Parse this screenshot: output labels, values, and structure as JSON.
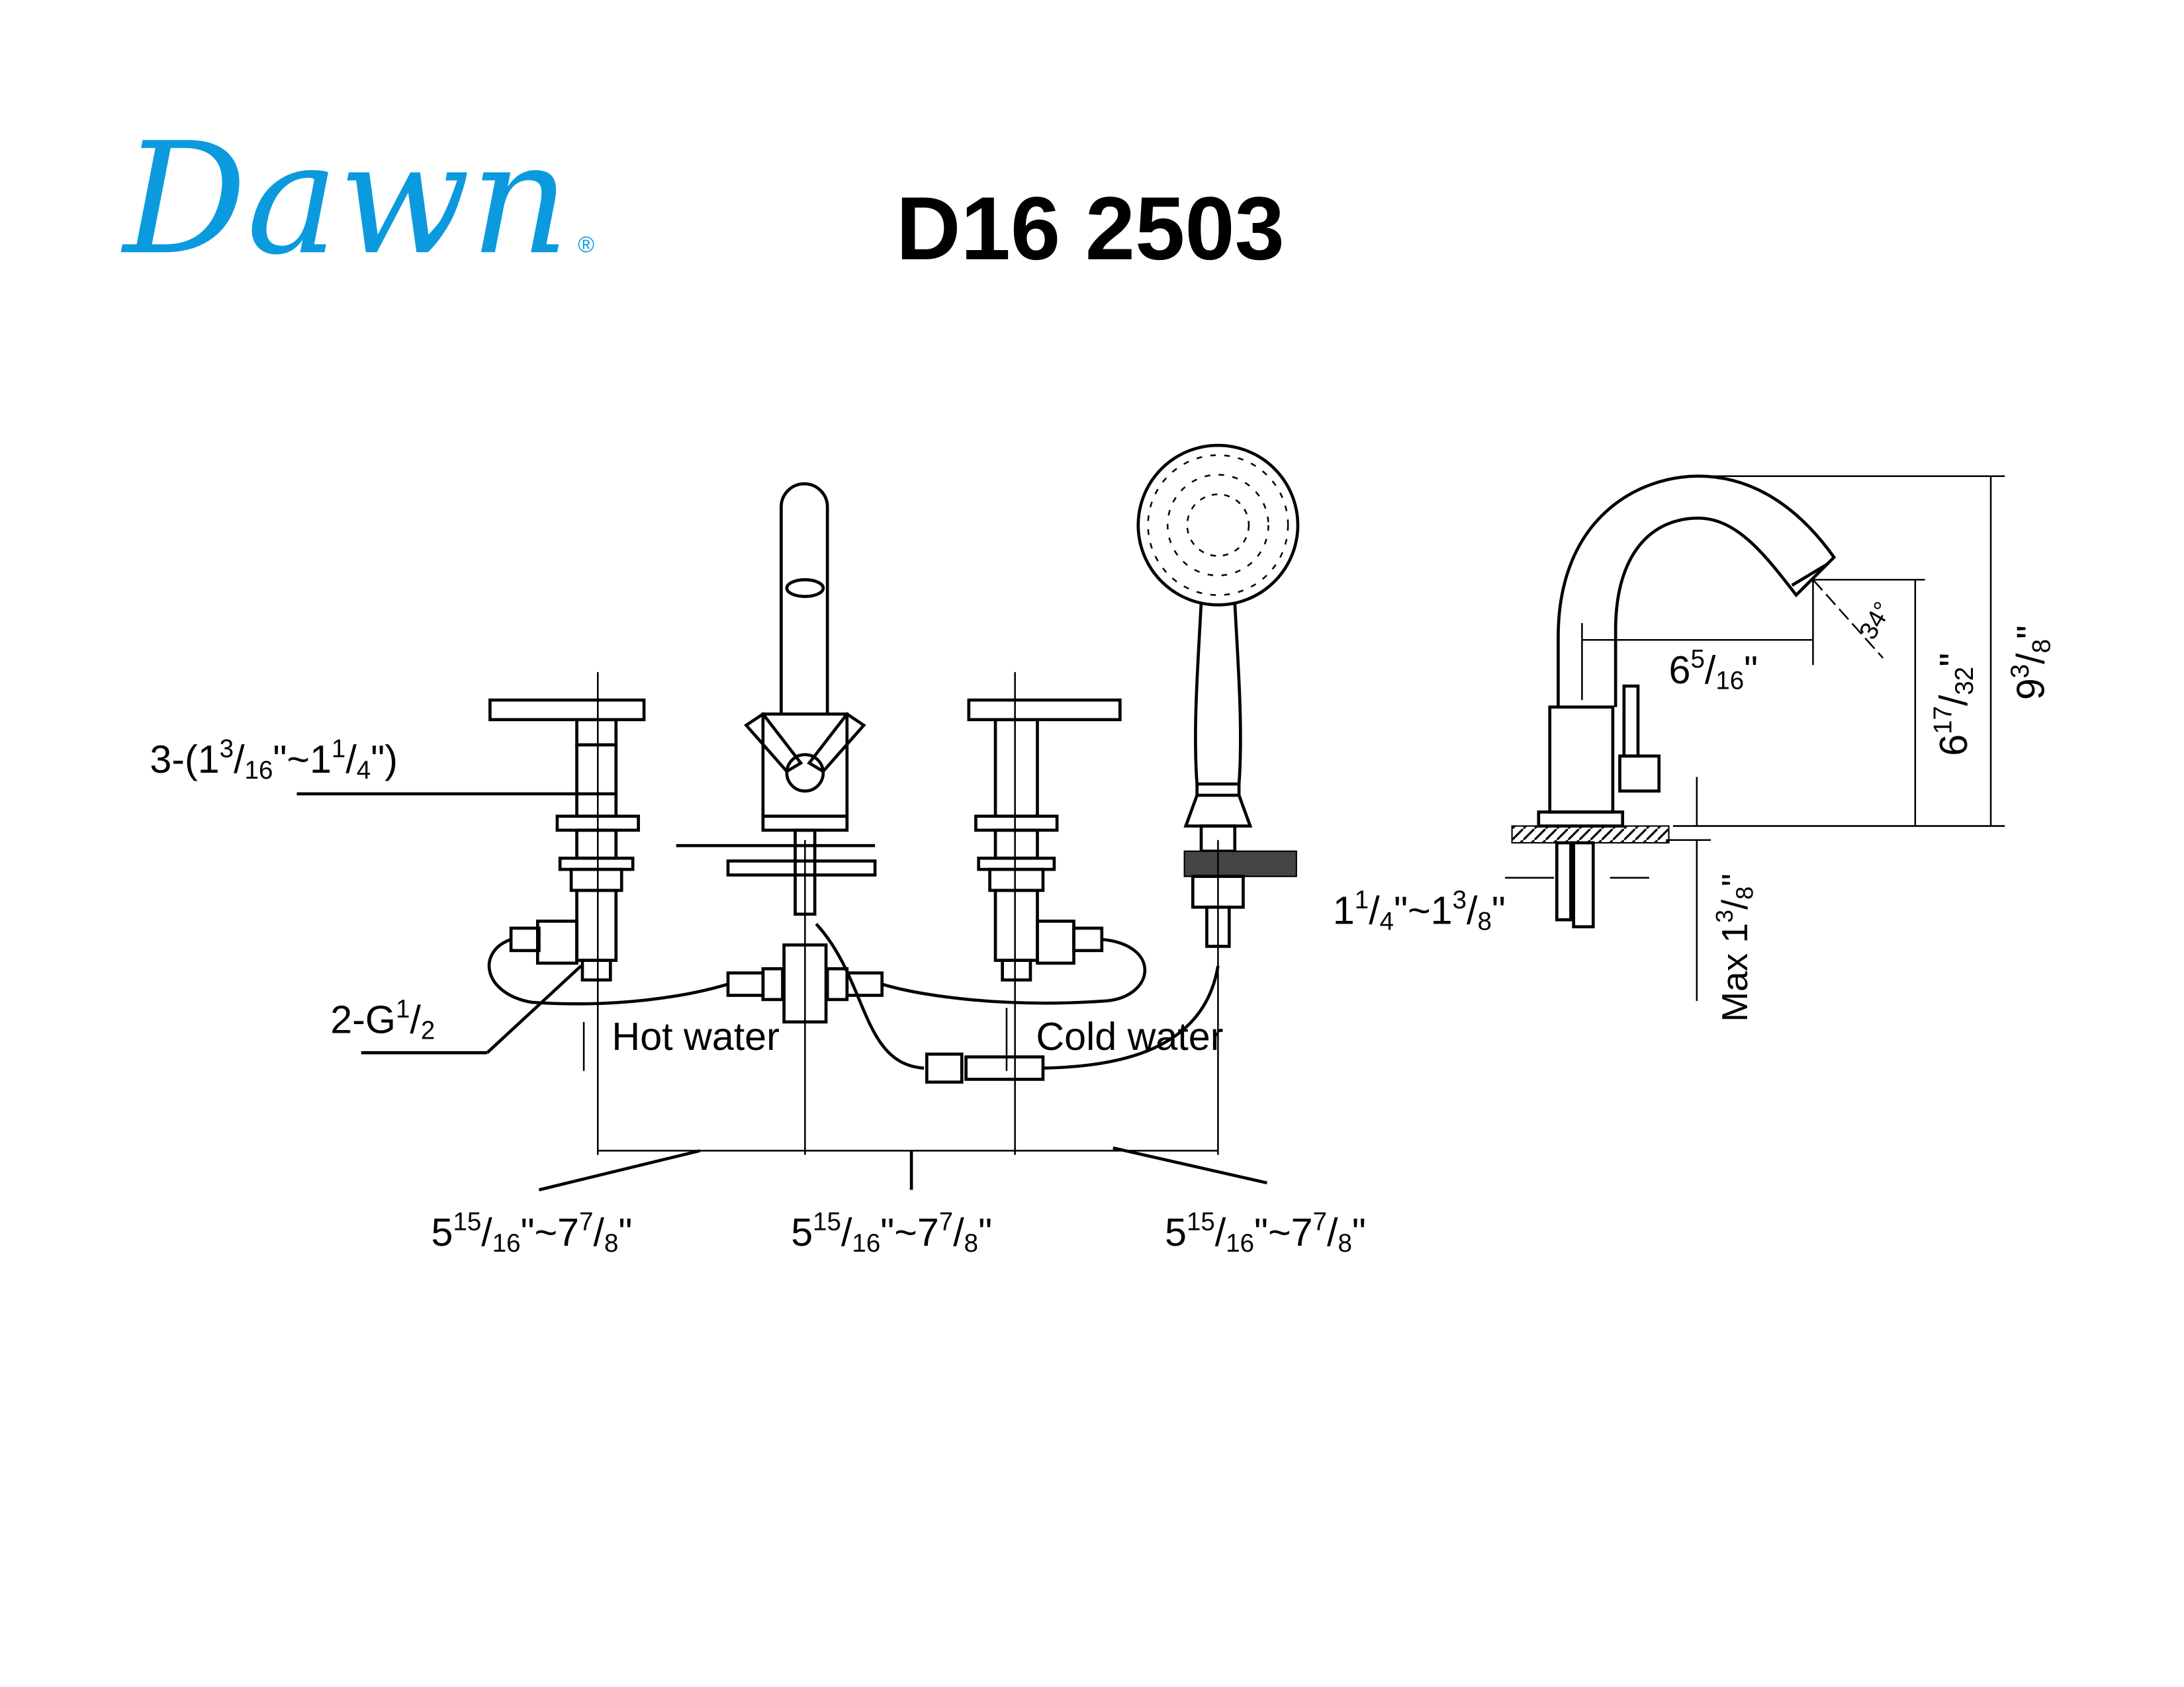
{
  "brand": {
    "name": "Dawn",
    "registered": "®",
    "color": "#0c9ade"
  },
  "model": "D16 2503",
  "labels": {
    "hot_water": "Hot water",
    "cold_water": "Cold water",
    "hole_dia": [
      [
        "3-(1",
        "n"
      ],
      [
        "3",
        "sup"
      ],
      [
        "/",
        "n"
      ],
      [
        "16",
        "sub"
      ],
      [
        "\"~1",
        "n"
      ],
      [
        "1",
        "sup"
      ],
      [
        "/",
        "n"
      ],
      [
        "4",
        "sub"
      ],
      [
        "\")",
        "n"
      ]
    ],
    "thread": [
      [
        "2-G",
        "n"
      ],
      [
        "1",
        "sup"
      ],
      [
        "/",
        "n"
      ],
      [
        "2",
        "sub"
      ]
    ],
    "spacing_1": [
      [
        "5",
        "n"
      ],
      [
        "15",
        "sup"
      ],
      [
        "/",
        "n"
      ],
      [
        "16",
        "sub"
      ],
      [
        "\"~7",
        "n"
      ],
      [
        "7",
        "sup"
      ],
      [
        "/",
        "n"
      ],
      [
        "8",
        "sub"
      ],
      [
        "\"",
        "n"
      ]
    ],
    "spacing_2": [
      [
        "5",
        "n"
      ],
      [
        "15",
        "sup"
      ],
      [
        "/",
        "n"
      ],
      [
        "16",
        "sub"
      ],
      [
        "\"~7",
        "n"
      ],
      [
        "7",
        "sup"
      ],
      [
        "/",
        "n"
      ],
      [
        "8",
        "sub"
      ],
      [
        "\"",
        "n"
      ]
    ],
    "spacing_3": [
      [
        "5",
        "n"
      ],
      [
        "15",
        "sup"
      ],
      [
        "/",
        "n"
      ],
      [
        "16",
        "sub"
      ],
      [
        "\"~7",
        "n"
      ],
      [
        "7",
        "sup"
      ],
      [
        "/",
        "n"
      ],
      [
        "8",
        "sub"
      ],
      [
        "\"",
        "n"
      ]
    ],
    "reach": [
      [
        "6",
        "n"
      ],
      [
        "5",
        "sup"
      ],
      [
        "/",
        "n"
      ],
      [
        "16",
        "sub"
      ],
      [
        "\"",
        "n"
      ]
    ],
    "spout_height": [
      [
        "6",
        "n"
      ],
      [
        "17",
        "sup"
      ],
      [
        "/",
        "n"
      ],
      [
        "32",
        "sub"
      ],
      [
        "\"",
        "n"
      ]
    ],
    "total_height": [
      [
        "9",
        "n"
      ],
      [
        "3",
        "sup"
      ],
      [
        "/",
        "n"
      ],
      [
        "8",
        "sub"
      ],
      [
        "\"",
        "n"
      ]
    ],
    "angle": [
      [
        "34°",
        "n"
      ]
    ],
    "deck_hole": [
      [
        "1",
        "n"
      ],
      [
        "1",
        "sup"
      ],
      [
        "/",
        "n"
      ],
      [
        "4",
        "sub"
      ],
      [
        "\"~1",
        "n"
      ],
      [
        "3",
        "sup"
      ],
      [
        "/",
        "n"
      ],
      [
        "8",
        "sub"
      ],
      [
        "\"",
        "n"
      ]
    ],
    "max_deck": [
      [
        "Max 1",
        "n"
      ],
      [
        "3",
        "sup"
      ],
      [
        "/",
        "n"
      ],
      [
        "8",
        "sub"
      ],
      [
        "\"",
        "n"
      ]
    ]
  }
}
